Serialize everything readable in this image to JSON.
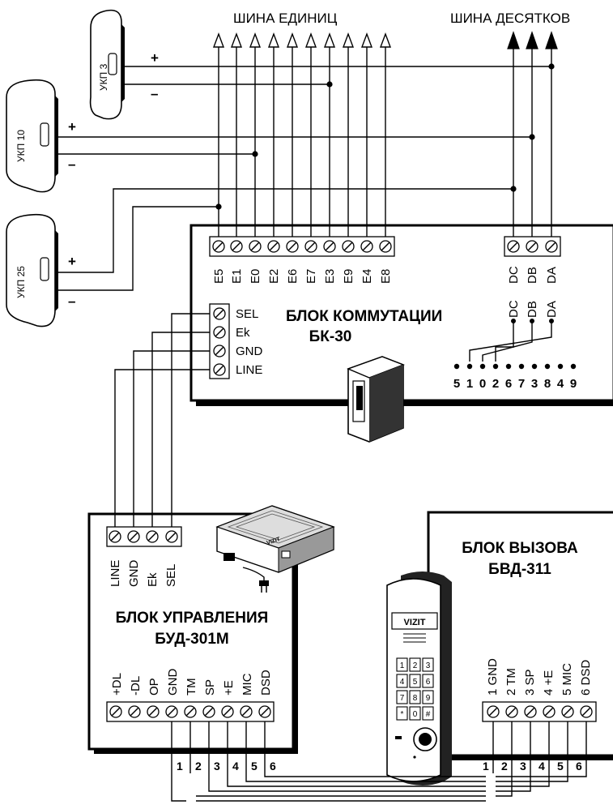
{
  "buses": {
    "units_title": "ШИНА ЕДИНИЦ",
    "tens_title": "ШИНА ДЕСЯТКОВ"
  },
  "handsets": [
    {
      "label": "УКП 3",
      "plus": "+",
      "minus": "–"
    },
    {
      "label": "УКП 10",
      "plus": "+",
      "minus": "–"
    },
    {
      "label": "УКП 25",
      "plus": "+",
      "minus": "–"
    }
  ],
  "switch_block": {
    "title_line1": "БЛОК КОММУТАЦИИ",
    "title_line2": "БК-30",
    "units_terminals": [
      "E5",
      "E1",
      "E0",
      "E2",
      "E6",
      "E7",
      "E3",
      "E9",
      "E4",
      "E8"
    ],
    "tens_terminals": [
      "DC",
      "DB",
      "DA"
    ],
    "tens_labels_inner": [
      "DC",
      "DB",
      "DA"
    ],
    "left_terminals": [
      "SEL",
      "Ek",
      "GND",
      "LINE"
    ],
    "digit_pins": [
      "5",
      "1",
      "0",
      "2",
      "6",
      "7",
      "3",
      "8",
      "4",
      "9"
    ]
  },
  "control_block": {
    "title_line1": "БЛОК УПРАВЛЕНИЯ",
    "title_line2": "БУД-301М",
    "top_terminals": [
      "LINE",
      "GND",
      "Ek",
      "SEL"
    ],
    "bottom_terminals": [
      "+DL",
      "-DL",
      "OP",
      "GND",
      "TM",
      "SP",
      "+E",
      "MIC",
      "DSD"
    ]
  },
  "call_block": {
    "title_line1": "БЛОК ВЫЗОВА",
    "title_line2": "БВД-311",
    "terminals": [
      "1 GND",
      "2 TM",
      "3 SP",
      "4 +E",
      "5 MIC",
      "6 DSD"
    ],
    "panel_brand": "VIZIT",
    "keypad": [
      "1",
      "2",
      "3",
      "4",
      "5",
      "6",
      "7",
      "8",
      "9",
      "*",
      "0",
      "#"
    ]
  },
  "power_unit": {
    "brand": "VIZIT"
  },
  "cable_numbers": {
    "left": [
      "1",
      "2",
      "3",
      "4",
      "5",
      "6"
    ],
    "right": [
      "1",
      "2",
      "3",
      "4",
      "5",
      "6"
    ]
  }
}
